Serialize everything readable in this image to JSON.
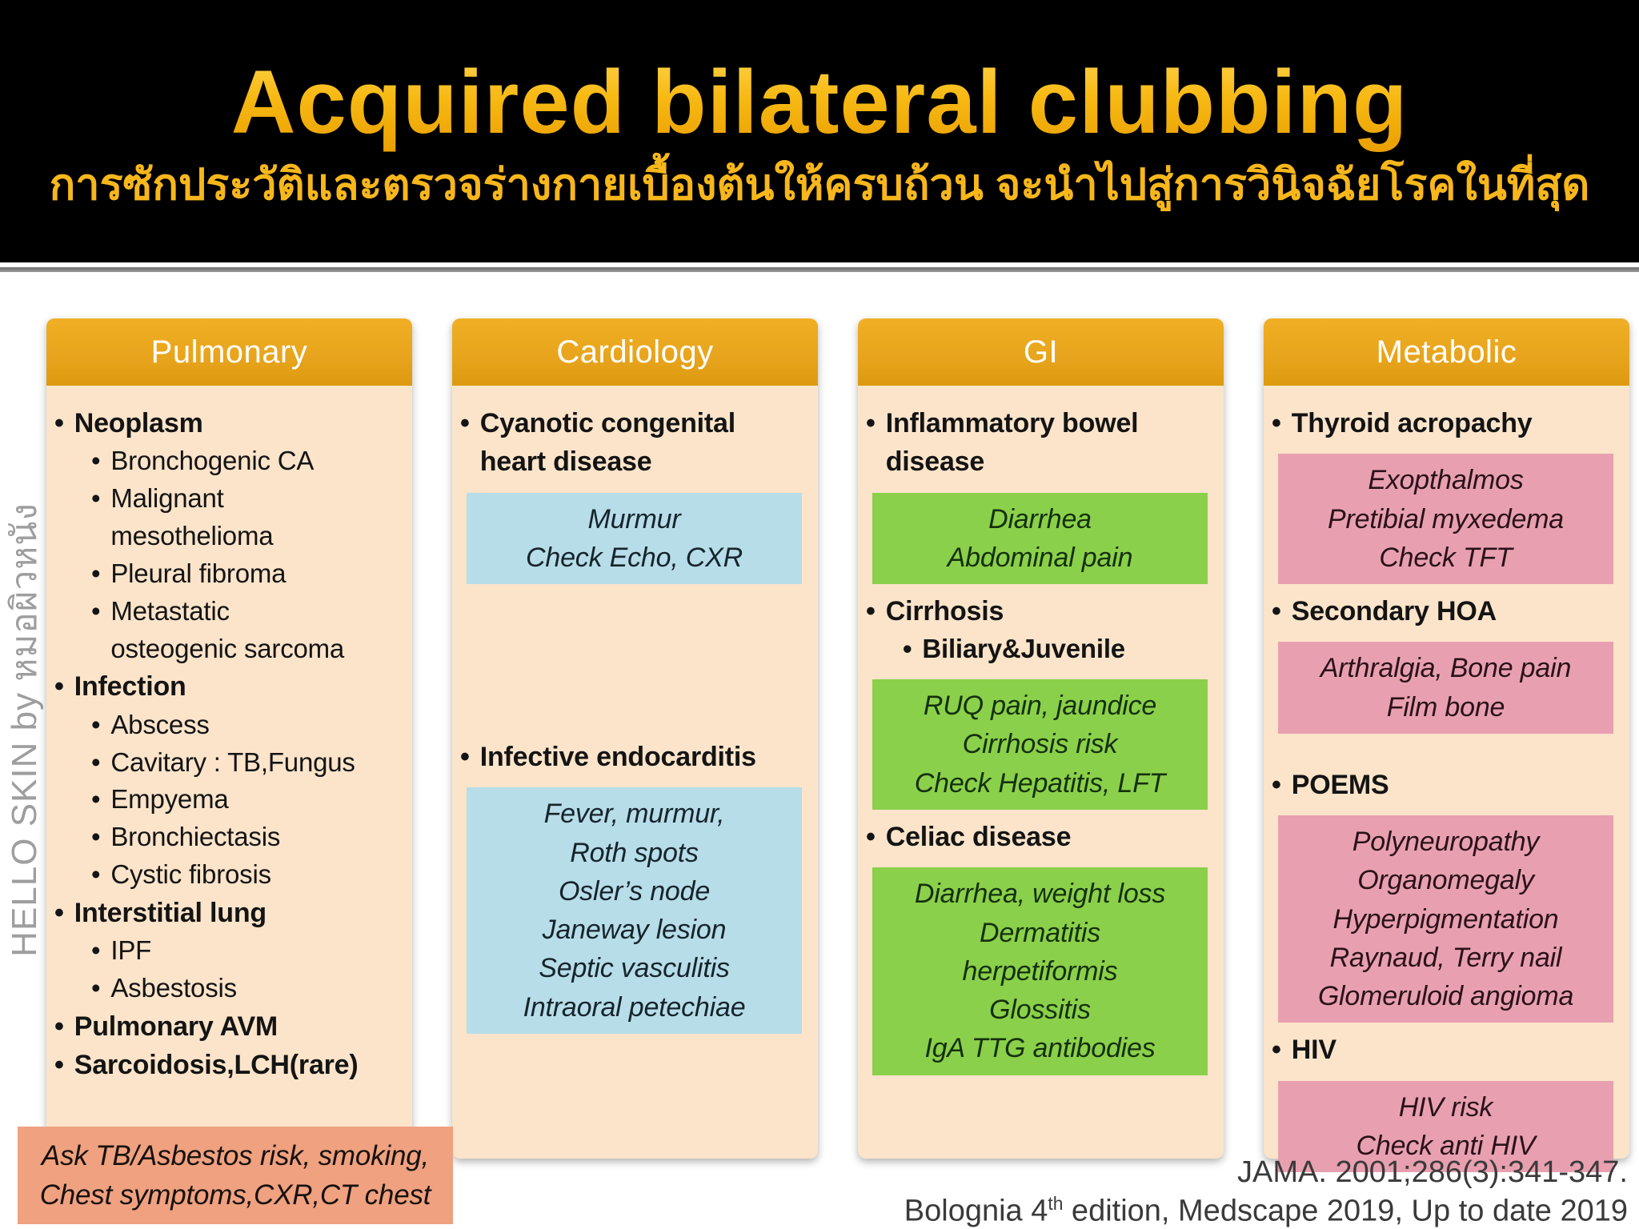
{
  "slide": {
    "title": "Acquired bilateral clubbing",
    "subtitle": "การซักประวัติและตรวจร่างกายเบื้องต้นให้ครบถ้วน จะนำไปสู่การวินิจฉัยโรคในที่สุด",
    "watermark": "HELLO SKIN by หมอผิวหนัง",
    "references": {
      "line1": "JAMA. 2001;286(3):341-347.",
      "line2_pre": "Bolognia 4",
      "line2_sup": "th",
      "line2_post": " edition, Medscape 2019, Up to date 2019"
    },
    "colors": {
      "banner_bg": "#000000",
      "title_gold": "#f5b50f",
      "column_header_gold": "#e7a41c",
      "card_bg": "#fbe4ca",
      "blue_box": "#b7dde9",
      "green_box": "#8bd04a",
      "pink_box": "#e8a0b0",
      "salmon_note_box": "#efa180",
      "watermark_gray": "#9e9e9e"
    }
  },
  "columns": [
    {
      "title": "Pulmonary",
      "blocks": [
        {
          "text": "Neoplasm"
        },
        {
          "text": "Bronchogenic CA"
        },
        {
          "text": "Malignant\nmesothelioma"
        },
        {
          "text": "Pleural fibroma"
        },
        {
          "text": "Metastatic\nosteogenic sarcoma"
        },
        {
          "text": "Infection"
        },
        {
          "text": "Abscess"
        },
        {
          "text": "Cavitary : TB,Fungus"
        },
        {
          "text": "Empyema"
        },
        {
          "text": "Bronchiectasis"
        },
        {
          "text": "Cystic fibrosis"
        },
        {
          "text": "Interstitial lung"
        },
        {
          "text": "IPF"
        },
        {
          "text": "Asbestosis"
        },
        {
          "text": "Pulmonary AVM"
        },
        {
          "text": "Sarcoidosis,LCH(rare)"
        }
      ],
      "note": "Ask TB/Asbestos risk, smoking,\nChest symptoms,CXR,CT chest"
    },
    {
      "title": "Cardiology",
      "blocks": [
        {
          "text": "Cyanotic congenital\nheart disease"
        },
        {
          "text": "Murmur\nCheck Echo, CXR"
        },
        {
          "text": "Infective endocarditis"
        },
        {
          "text": "Fever, murmur,\nRoth spots\nOsler’s node\nJaneway lesion\nSeptic vasculitis\nIntraoral petechiae"
        }
      ]
    },
    {
      "title": "GI",
      "blocks": [
        {
          "text": "Inflammatory bowel\ndisease"
        },
        {
          "text": "Diarrhea\nAbdominal pain"
        },
        {
          "text": "Cirrhosis"
        },
        {
          "text": "Biliary&Juvenile"
        },
        {
          "text": "RUQ pain, jaundice\nCirrhosis risk\nCheck Hepatitis, LFT"
        },
        {
          "text": "Celiac disease"
        },
        {
          "text": "Diarrhea, weight loss\nDermatitis\nherpetiformis\nGlossitis\nIgA TTG antibodies"
        }
      ]
    },
    {
      "title": "Metabolic",
      "blocks": [
        {
          "text": "Thyroid acropachy"
        },
        {
          "text": "Exopthalmos\nPretibial myxedema\nCheck TFT"
        },
        {
          "text": "Secondary HOA"
        },
        {
          "text": "Arthralgia, Bone pain\nFilm bone"
        },
        {
          "text": "POEMS"
        },
        {
          "text": "Polyneuropathy\nOrganomegaly\nHyperpigmentation\nRaynaud, Terry nail\nGlomeruloid angioma"
        },
        {
          "text": "HIV"
        },
        {
          "text": "HIV risk\nCheck anti HIV"
        }
      ]
    }
  ]
}
